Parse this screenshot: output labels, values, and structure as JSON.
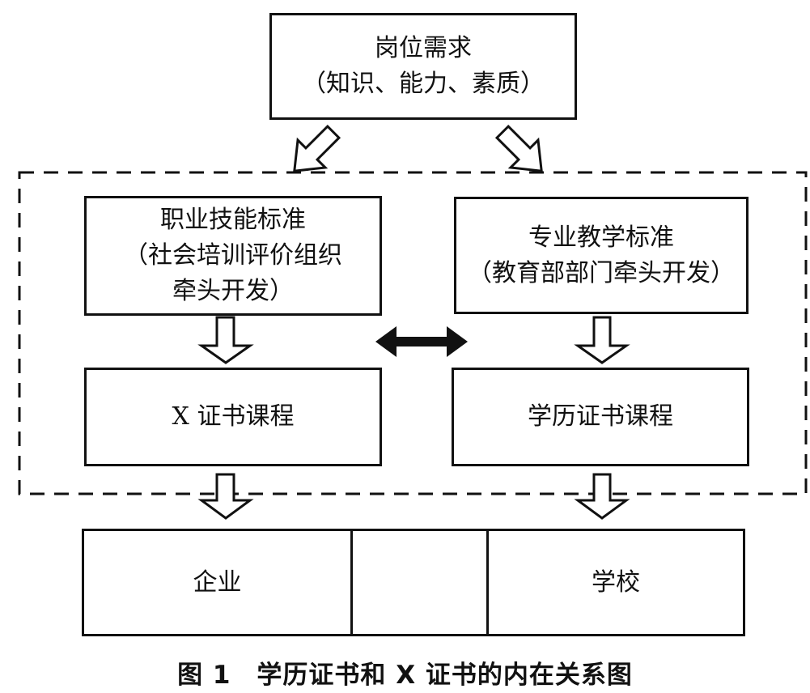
{
  "diagram": {
    "top_box": {
      "title": "岗位需求",
      "subtitle": "（知识、能力、素质）"
    },
    "left_standard": {
      "line1": "职业技能标准",
      "line2": "（社会培训评价组织",
      "line3": "牵头开发）"
    },
    "right_standard": {
      "line1": "专业教学标准",
      "line2": "（教育部部门牵头开发）"
    },
    "left_course": {
      "label": "X 证书课程"
    },
    "right_course": {
      "label": "学历证书课程"
    },
    "bottom": {
      "left": "企业",
      "middle": "",
      "right": "学校"
    },
    "connector": {
      "type": "double-arrow",
      "meaning": "mutual relation between X certificate course and academic certificate course"
    }
  },
  "caption": "图 1　学历证书和 X 证书的内在关系图"
}
